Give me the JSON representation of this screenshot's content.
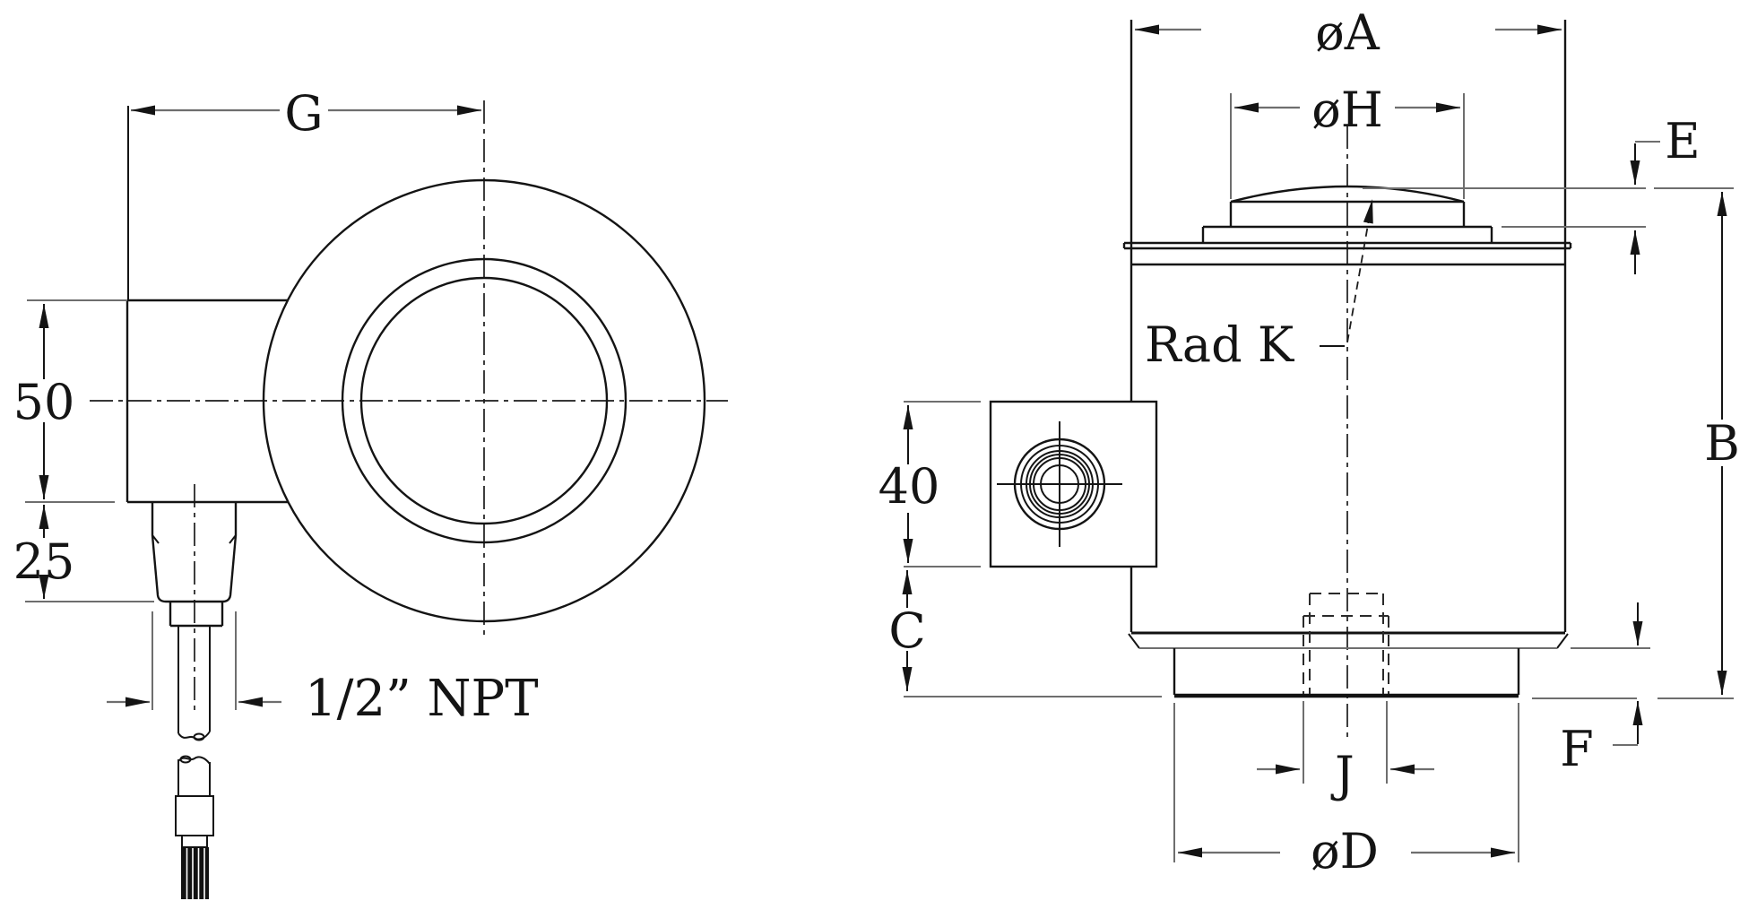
{
  "labels": {
    "top": {
      "g": "G",
      "d50": "50",
      "d25": "25",
      "npt": "1/2” NPT"
    },
    "side": {
      "dia_a": "øA",
      "dia_h": "øH",
      "e": "E",
      "b": "B",
      "rad_k": "Rad K",
      "d40": "40",
      "c": "C",
      "j": "J",
      "f": "F",
      "dia_d": "øD"
    }
  },
  "colors": {
    "ink": "#141414",
    "dim_lines": "#6e6e6e",
    "background": "#ffffff"
  }
}
